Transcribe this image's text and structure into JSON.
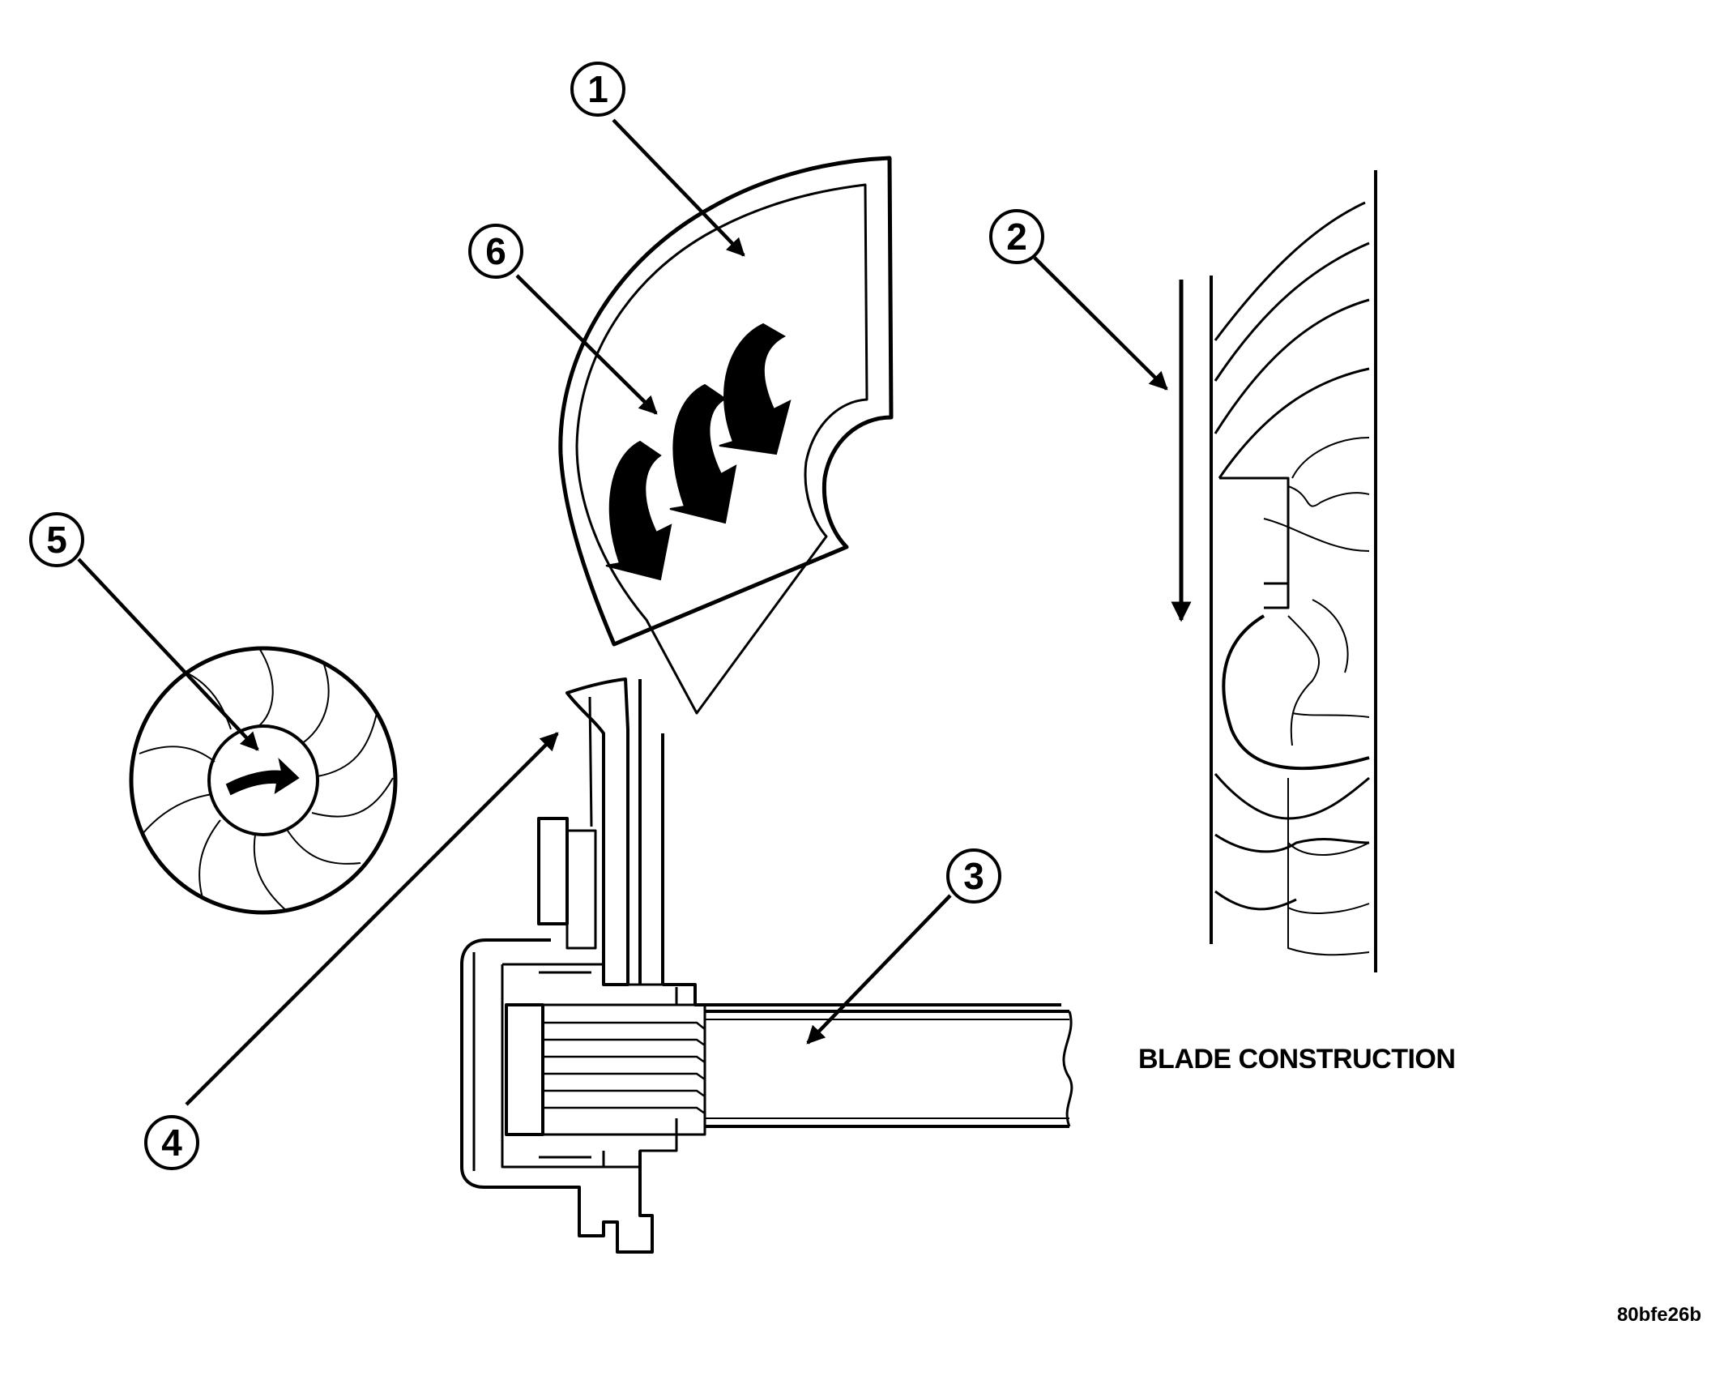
{
  "callouts": [
    {
      "id": "1",
      "label": "1"
    },
    {
      "id": "2",
      "label": "2"
    },
    {
      "id": "3",
      "label": "3"
    },
    {
      "id": "4",
      "label": "4"
    },
    {
      "id": "5",
      "label": "5"
    },
    {
      "id": "6",
      "label": "6"
    }
  ],
  "caption": "BLADE CONSTRUCTION",
  "figure_code": "80bfe26b",
  "colors": {
    "ink": "#000000",
    "paper": "#ffffff"
  }
}
